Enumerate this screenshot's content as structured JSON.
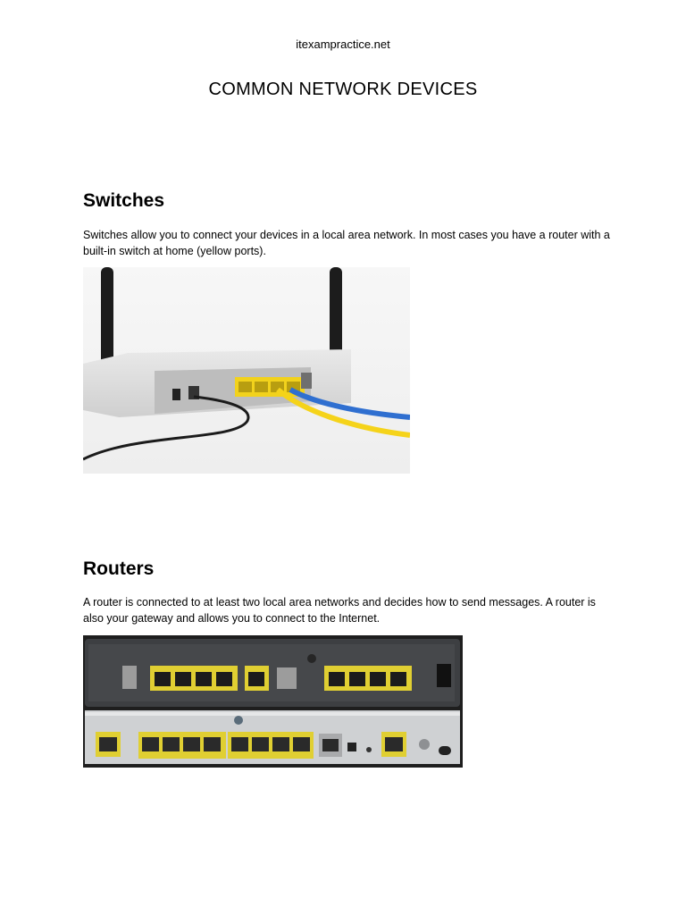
{
  "header": {
    "site": "itexampractice.net",
    "title": "COMMON NETWORK DEVICES"
  },
  "sections": [
    {
      "heading": "Switches",
      "text": "Switches allow you to connect your devices in a local area network. In most cases you have a router with a built-in switch at home (yellow ports)."
    },
    {
      "heading": "Routers",
      "text": "A router is connected to at least two local area networks and decides how to send messages. A router is also your gateway and allows you to connect to the Internet."
    }
  ],
  "colors": {
    "port_yellow": "#f2d21c",
    "cable_blue": "#2f6fd0",
    "cable_yellow": "#f5d31a"
  }
}
